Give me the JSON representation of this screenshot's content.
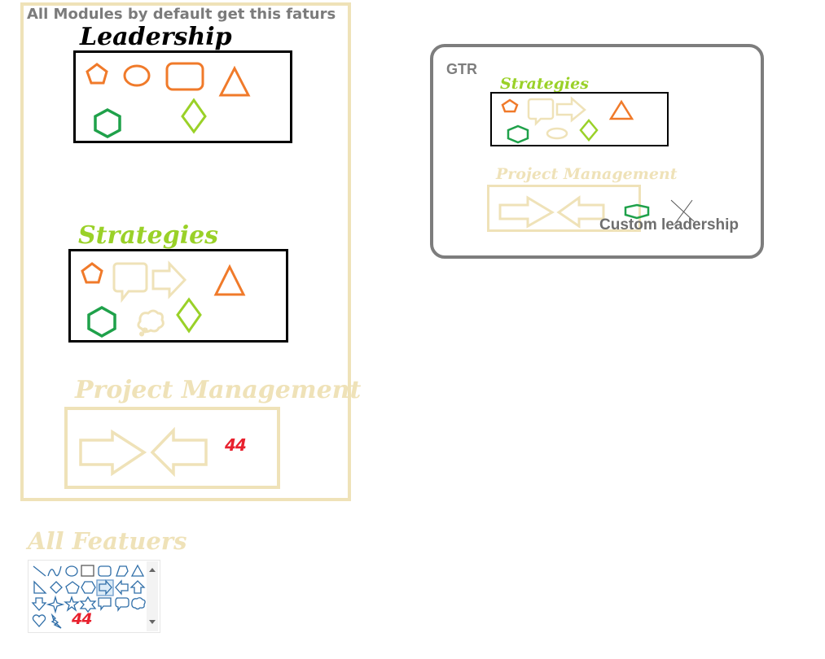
{
  "main_panel": {
    "title": "All Modules by default get this faturs"
  },
  "modules": {
    "leadership": {
      "title": "Leadership"
    },
    "strategies": {
      "title": "Strategies"
    },
    "project_management": {
      "title": "Project Management",
      "badge": "44"
    }
  },
  "gtr_panel": {
    "title": "GTR",
    "strategies_title": "Strategies",
    "project_management_title": "Project Management",
    "custom_label": "Custom leadership"
  },
  "features": {
    "title": "All Featuers",
    "badge": "44"
  },
  "colors": {
    "orange": "#f07a2a",
    "green": "#1fa14a",
    "lime": "#9ad128",
    "cream": "#efe2b8",
    "gray": "#7d7d7d",
    "red": "#e8212e",
    "blue": "#2f6ea8"
  }
}
